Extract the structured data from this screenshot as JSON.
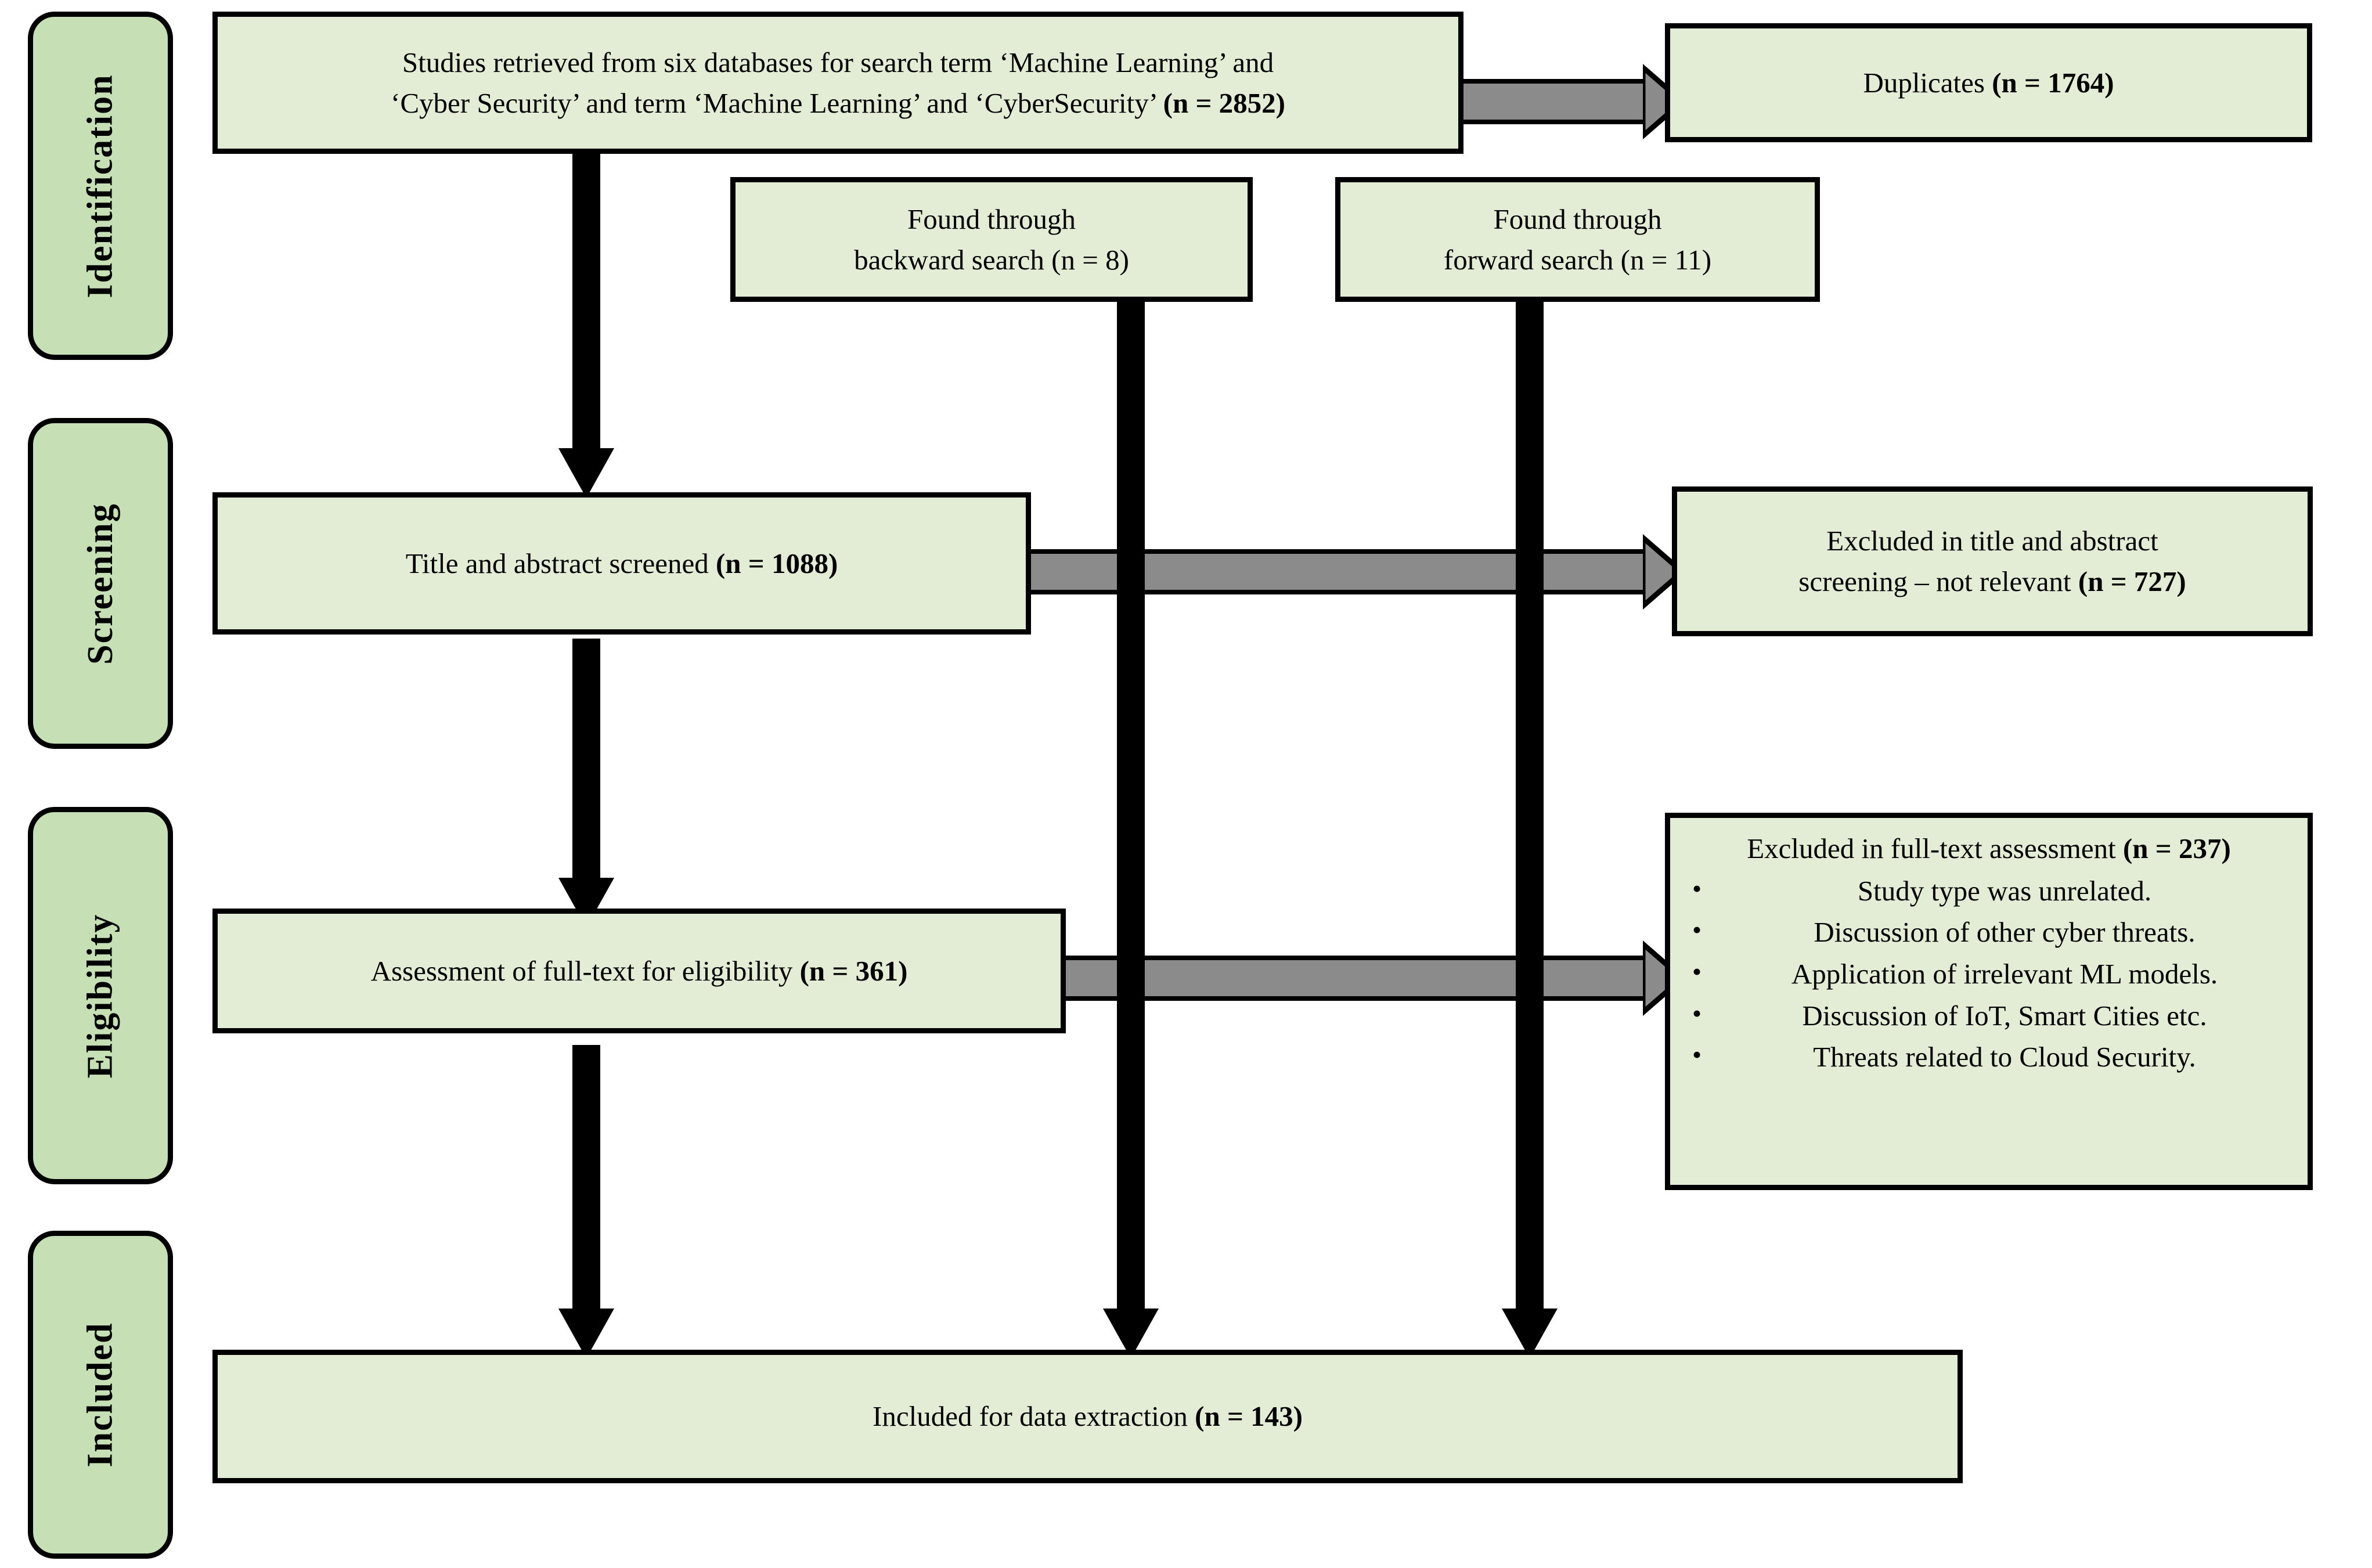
{
  "diagram": {
    "title": "PRISMA study selection flow diagram",
    "colors": {
      "box_fill": "#e3ecd5",
      "phase_fill": "#c6dfb4",
      "border": "#000000",
      "arrow_gray": "#8b8b8b",
      "arrow_black": "#000000",
      "background": "#ffffff"
    }
  },
  "phases": [
    {
      "id": "identification",
      "label": "Identification"
    },
    {
      "id": "screening",
      "label": "Screening"
    },
    {
      "id": "eligibility",
      "label": "Eligibility"
    },
    {
      "id": "included",
      "label": "Included"
    }
  ],
  "boxes": {
    "records_retrieved": {
      "line1": "Studies retrieved from six databases for search term ‘Machine Learning’ and",
      "line2_plain": "‘Cyber Security’ and term ‘Machine Learning’ and ‘CyberSecurity’ ",
      "line2_bold": "(n = 2852)"
    },
    "duplicates": {
      "text_plain": "Duplicates ",
      "text_bold": "(n = 1764)"
    },
    "backward_search": {
      "line1": "Found through",
      "line2": "backward search (n = 8)"
    },
    "forward_search": {
      "line1": "Found through",
      "line2": "forward search (n = 11)"
    },
    "title_abstract_screened": {
      "text_plain": "Title and abstract screened ",
      "text_bold": "(n = 1088)"
    },
    "excluded_title_abstract": {
      "line1": "Excluded in title and abstract",
      "line2_plain": "screening – not relevant ",
      "line2_bold": "(n = 727)"
    },
    "fulltext_assessed": {
      "text_plain": "Assessment of full-text for eligibility ",
      "text_bold": "(n = 361)"
    },
    "excluded_fulltext": {
      "heading_plain": "Excluded in full-text assessment ",
      "heading_bold": "(n = 237)",
      "items": [
        "Study type was unrelated.",
        "Discussion of other cyber threats.",
        "Application of irrelevant ML models.",
        "Discussion of IoT, Smart Cities etc.",
        "Threats related to Cloud Security."
      ]
    },
    "included_extraction": {
      "text_plain": "Included for data extraction ",
      "text_bold": "(n = 143)"
    }
  },
  "chart_data": {
    "type": "diagram",
    "title": "PRISMA flow of study selection",
    "nodes": [
      {
        "id": "records_retrieved",
        "phase": "Identification",
        "label": "Studies retrieved from six databases for search term 'Machine Learning' and 'Cyber Security' and term 'Machine Learning' and 'CyberSecurity'",
        "n": 2852
      },
      {
        "id": "duplicates",
        "phase": "Identification",
        "label": "Duplicates",
        "n": 1764
      },
      {
        "id": "backward_search",
        "phase": "Identification",
        "label": "Found through backward search",
        "n": 8
      },
      {
        "id": "forward_search",
        "phase": "Identification",
        "label": "Found through forward search",
        "n": 11
      },
      {
        "id": "title_abstract_screened",
        "phase": "Screening",
        "label": "Title and abstract screened",
        "n": 1088
      },
      {
        "id": "excluded_title_abstract",
        "phase": "Screening",
        "label": "Excluded in title and abstract screening - not relevant",
        "n": 727
      },
      {
        "id": "fulltext_assessed",
        "phase": "Eligibility",
        "label": "Assessment of full-text for eligibility",
        "n": 361
      },
      {
        "id": "excluded_fulltext",
        "phase": "Eligibility",
        "label": "Excluded in full-text assessment",
        "n": 237
      },
      {
        "id": "included_extraction",
        "phase": "Included",
        "label": "Included for data extraction",
        "n": 143
      }
    ],
    "edges": [
      {
        "from": "records_retrieved",
        "to": "duplicates",
        "style": "gray-horizontal"
      },
      {
        "from": "records_retrieved",
        "to": "title_abstract_screened",
        "style": "black-vertical"
      },
      {
        "from": "title_abstract_screened",
        "to": "excluded_title_abstract",
        "style": "gray-horizontal"
      },
      {
        "from": "title_abstract_screened",
        "to": "fulltext_assessed",
        "style": "black-vertical"
      },
      {
        "from": "fulltext_assessed",
        "to": "excluded_fulltext",
        "style": "gray-horizontal"
      },
      {
        "from": "fulltext_assessed",
        "to": "included_extraction",
        "style": "black-vertical"
      },
      {
        "from": "backward_search",
        "to": "included_extraction",
        "style": "black-vertical"
      },
      {
        "from": "forward_search",
        "to": "included_extraction",
        "style": "black-vertical"
      }
    ]
  }
}
